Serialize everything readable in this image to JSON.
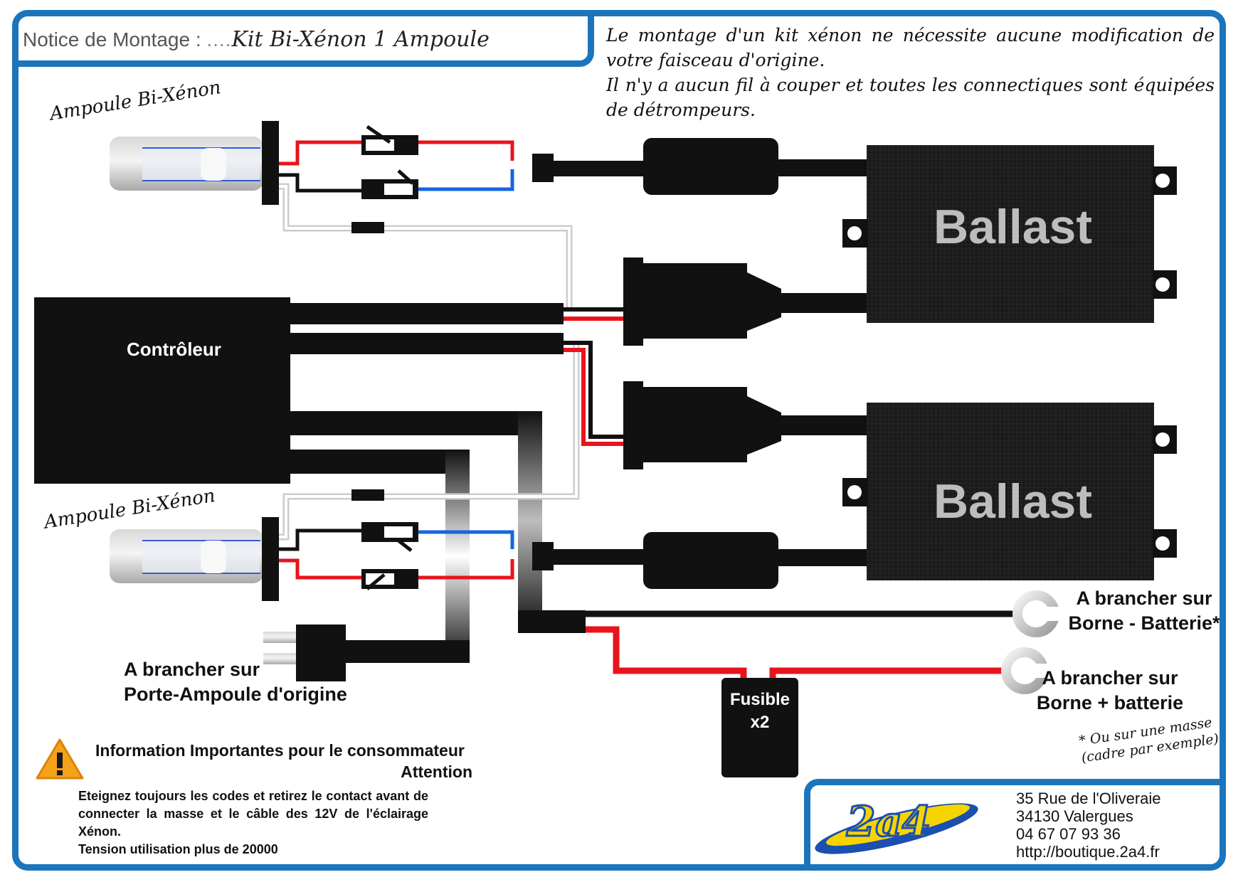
{
  "header": {
    "label": "Notice de Montage :",
    "kit_title": "Kit Bi-Xénon 1 Ampoule"
  },
  "intro": {
    "line1": "Le montage d'un kit xénon ne nécessite aucune modification de votre faisceau d'origine.",
    "line2": "Il n'y a aucun fil à couper et toutes les connectiques sont équipées de détrompeurs."
  },
  "bulbs": {
    "top_label": "Ampoule Bi-Xénon",
    "bottom_label": "Ampoule Bi-Xénon"
  },
  "controller": {
    "label": "Contrôleur"
  },
  "ballasts": {
    "top_label": "Ballast",
    "bottom_label": "Ballast"
  },
  "fuse": {
    "line1": "Fusible",
    "line2": "x2"
  },
  "connections": {
    "original_socket": {
      "line1": "A brancher sur",
      "line2": "Porte-Ampoule d'origine"
    },
    "battery_negative": {
      "line1": "A brancher sur",
      "line2": "Borne - Batterie*"
    },
    "battery_positive": {
      "line1": "A brancher sur",
      "line2": "Borne + batterie"
    },
    "footnote": {
      "line1": "* Ou sur une masse",
      "line2": "(cadre par exemple)"
    }
  },
  "warning": {
    "title": "Information Importantes pour le consommateur",
    "subtitle": "Attention",
    "text": "Eteignez toujours les codes et retirez le contact avant de connecter la masse et le câble des 12V de l'éclairage Xénon.",
    "tension": "Tension utilisation plus de 20000"
  },
  "company": {
    "logo_text": "2a4",
    "address_line1": "35 Rue de l'Oliveraie",
    "address_line2": "34130 Valergues",
    "phone": "04 67 07 93 36",
    "website": "http://boutique.2a4.fr"
  },
  "colors": {
    "frame": "#1b75bc",
    "wire_positive": "#e8141c",
    "wire_negative": "#111111",
    "wire_blue": "#1565e0",
    "component": "#111111",
    "warning": "#f5a21b"
  }
}
